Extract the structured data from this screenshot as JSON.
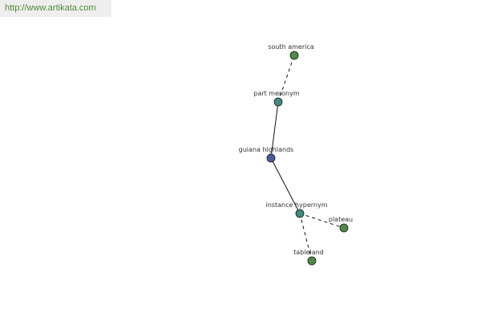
{
  "source": {
    "url": "http://www.artikata.com"
  },
  "colors": {
    "root_node": "#4b5a9a",
    "relation_node": "#3f8a82",
    "term_node": "#4e8a4a",
    "edge": "#111111",
    "link_text": "#4f8a3c"
  },
  "graph": {
    "nodes": [
      {
        "id": "south_america",
        "label": "south america",
        "kind": "term"
      },
      {
        "id": "part_meronym",
        "label": "part meronym",
        "kind": "relation"
      },
      {
        "id": "guiana_highlands",
        "label": "guiana highlands",
        "kind": "root"
      },
      {
        "id": "instance_hypernym",
        "label": "instance hypernym",
        "kind": "relation"
      },
      {
        "id": "plateau",
        "label": "plateau",
        "kind": "term"
      },
      {
        "id": "tableland",
        "label": "tableland",
        "kind": "term"
      }
    ],
    "edges": [
      {
        "from": "guiana_highlands",
        "to": "part_meronym",
        "style": "solid"
      },
      {
        "from": "part_meronym",
        "to": "south_america",
        "style": "dashed"
      },
      {
        "from": "guiana_highlands",
        "to": "instance_hypernym",
        "style": "solid"
      },
      {
        "from": "instance_hypernym",
        "to": "plateau",
        "style": "dashed"
      },
      {
        "from": "instance_hypernym",
        "to": "tableland",
        "style": "dashed"
      }
    ]
  }
}
